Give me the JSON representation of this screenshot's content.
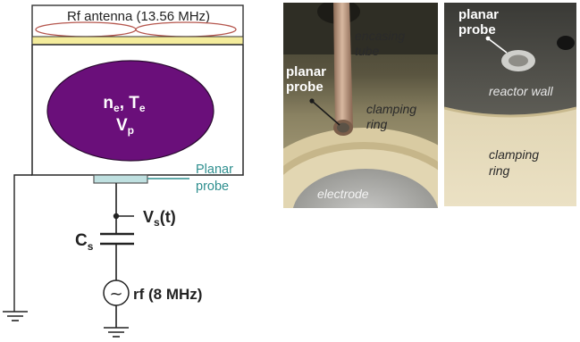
{
  "schematic": {
    "antenna_label": "Rf antenna (13.56 MHz)",
    "plasma": {
      "line1_main": "n",
      "line1_sub1": "e",
      "line1_sep": ", T",
      "line1_sub2": "e",
      "line2_main": "V",
      "line2_sub": "p"
    },
    "probe_label_line1": "Planar",
    "probe_label_line2": "probe",
    "voltage_main": "V",
    "voltage_sub": "s",
    "voltage_tail": "(t)",
    "capacitor_main": "C",
    "capacitor_sub": "s",
    "source_label": "rf (8 MHz)",
    "source_symbol": "~",
    "colors": {
      "plasma_fill": "#6a0f7a",
      "antenna_coil": "#b5564d",
      "window": "#f4ec9c",
      "probe_fill": "#bfe0e0",
      "probe_text": "#2f8f8f"
    }
  },
  "photo1": {
    "labels": {
      "encasing_line1": "encasing",
      "encasing_line2": "tube",
      "planar_line1": "planar",
      "planar_line2": "probe",
      "clamping_line1": "clamping",
      "clamping_line2": "ring",
      "electrode": "electrode"
    }
  },
  "photo2": {
    "labels": {
      "planar_line1": "planar",
      "planar_line2": "probe",
      "reactor_wall": "reactor wall",
      "clamping_line1": "clamping",
      "clamping_line2": "ring"
    }
  }
}
